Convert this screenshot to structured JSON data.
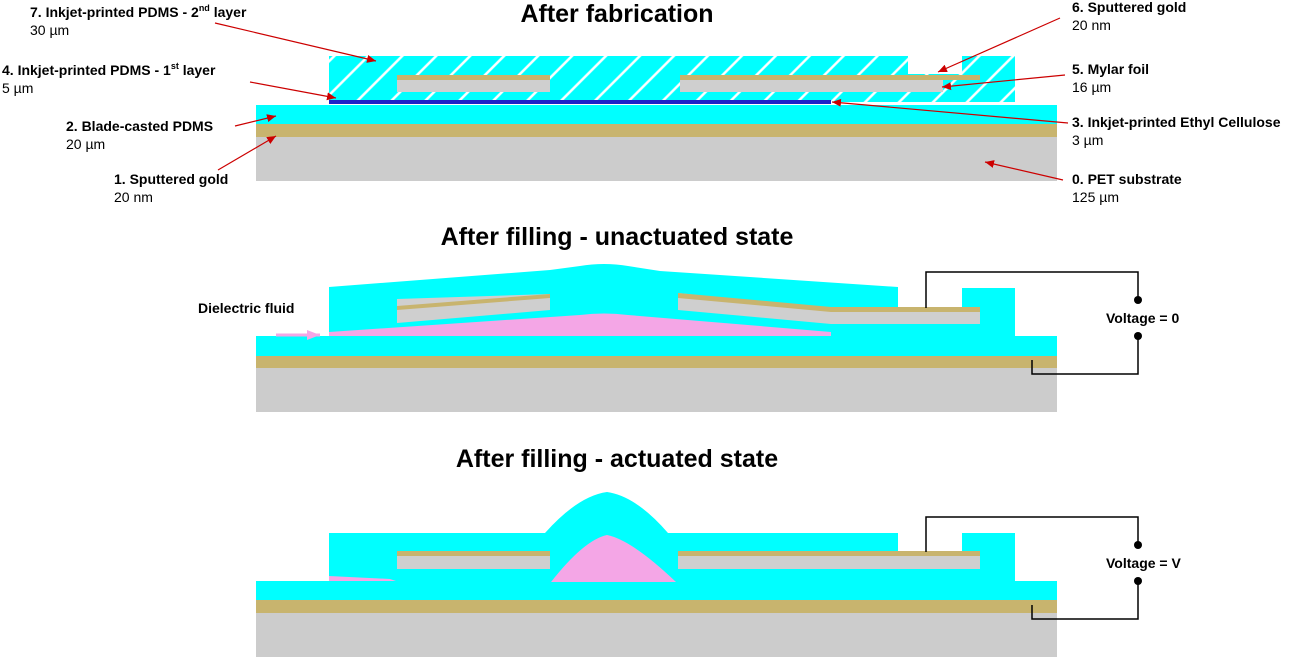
{
  "titles": {
    "fabrication": "After fabrication",
    "unactuated": "After filling - unactuated state",
    "actuated": "After filling - actuated state"
  },
  "labels": {
    "l7": {
      "prefix": "7. Inkjet-printed PDMS - 2",
      "sup": "nd",
      "suffix": " layer",
      "value": "30 µm"
    },
    "l4": {
      "prefix": "4. Inkjet-printed PDMS - 1",
      "sup": "st",
      "suffix": " layer",
      "value": "5 µm"
    },
    "l2": {
      "name": "2. Blade-casted PDMS",
      "value": "20 µm"
    },
    "l1": {
      "name": "1. Sputtered gold",
      "value": "20 nm"
    },
    "l6": {
      "name": "6. Sputtered gold",
      "value": "20 nm"
    },
    "l5": {
      "name": "5. Mylar foil",
      "value": "16 µm"
    },
    "l3": {
      "name": "3. Inkjet-printed Ethyl Cellulose",
      "value": "3 µm"
    },
    "l0": {
      "name": "0. PET substrate",
      "value": "125 µm"
    }
  },
  "dielectric_fluid": "Dielectric fluid",
  "voltage_unactuated": "Voltage = 0",
  "voltage_actuated": "Voltage = V",
  "colors": {
    "pdms": "#00ffff",
    "gold": "#c8b46e",
    "pet": "#cccccc",
    "mylar": "#cfcfcf",
    "ethyl_cellulose": "#1e22c8",
    "fluid": "#f4a6e6",
    "arrow": "#cc0000",
    "hatch": "#ffffff"
  }
}
